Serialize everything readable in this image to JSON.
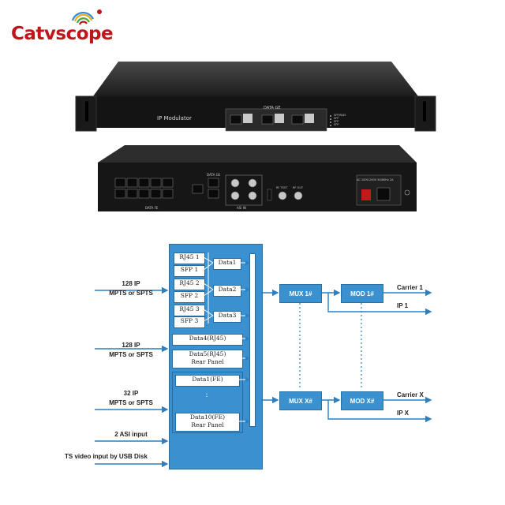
{
  "logo": {
    "text": "Catvscope",
    "brand_color": "#c0161b"
  },
  "front_panel": {
    "title": "IP Modulator",
    "data_label": "DATA GE",
    "port_labels": [
      "SFP/RJ45",
      "SFP",
      "SFP",
      "SFP"
    ]
  },
  "rear_panel": {
    "data_fe_label": "DATA FE",
    "data_ge_label": "DATA GE",
    "asi_label": "ASI IN",
    "rf_test_label": "RF TEST",
    "rf_out_label": "RF OUT",
    "power_label": "AC 100V-240V 50/60Hz 2A"
  },
  "inputs": [
    {
      "count": "128 IP",
      "type": "MPTS or SPTS"
    },
    {
      "count": "128 IP",
      "type": "MPTS or SPTS"
    },
    {
      "count": "32 IP",
      "type": "MPTS or SPTS"
    },
    {
      "label": "2 ASI input"
    },
    {
      "label": "TS video input by USB Disk"
    }
  ],
  "panel": {
    "rj45_1": "RJ45 1",
    "sfp_1": "SFP  1",
    "rj45_2": "RJ45 2",
    "sfp_2": "SFP  2",
    "rj45_3": "RJ45 3",
    "sfp_3": "SFP  3",
    "data1": "Data1",
    "data2": "Data2",
    "data3": "Data3",
    "data4": "Data4(RJ45)",
    "data5_l1": "Data5(RJ45)",
    "data5_l2": "Rear Panel",
    "data1_fe": "Data1(FE)",
    "data10_l1": "Data10(FE)",
    "data10_l2": "Rear Panel",
    "dots": ":"
  },
  "mux": {
    "first": "MUX 1#",
    "last": "MUX X#"
  },
  "mod": {
    "first": "MOD 1#",
    "last": "MOD X#"
  },
  "outputs": {
    "carrier_1": "Carrier 1",
    "ip_1": "IP 1",
    "carrier_x": "Carrier X",
    "ip_x": "IP X"
  },
  "colors": {
    "block_blue": "#3b91d0",
    "arrow_blue": "#2c7fc0"
  }
}
